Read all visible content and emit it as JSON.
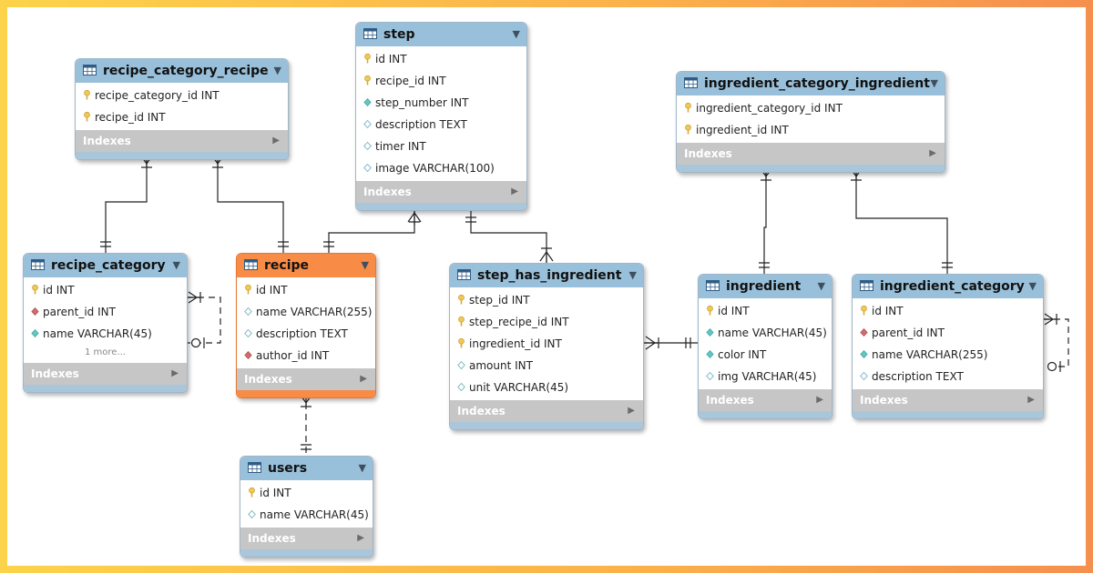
{
  "tables": {
    "recipe_category_recipe": {
      "name": "recipe_category_recipe",
      "columns": [
        {
          "label": "recipe_category_id INT",
          "icon": "primary-key-icon"
        },
        {
          "label": "recipe_id INT",
          "icon": "primary-key-icon"
        }
      ],
      "indexes": "Indexes"
    },
    "step": {
      "name": "step",
      "columns": [
        {
          "label": "id INT",
          "icon": "primary-key-icon"
        },
        {
          "label": "recipe_id INT",
          "icon": "primary-key-icon"
        },
        {
          "label": "step_number INT",
          "icon": "not-null-column-icon"
        },
        {
          "label": "description TEXT",
          "icon": "nullable-column-icon"
        },
        {
          "label": "timer INT",
          "icon": "nullable-column-icon"
        },
        {
          "label": "image VARCHAR(100)",
          "icon": "nullable-column-icon"
        }
      ],
      "indexes": "Indexes"
    },
    "ingredient_category_ingredient": {
      "name": "ingredient_category_ingredient",
      "columns": [
        {
          "label": "ingredient_category_id INT",
          "icon": "primary-key-icon"
        },
        {
          "label": "ingredient_id INT",
          "icon": "primary-key-icon"
        }
      ],
      "indexes": "Indexes"
    },
    "recipe_category": {
      "name": "recipe_category",
      "columns": [
        {
          "label": "id INT",
          "icon": "primary-key-icon"
        },
        {
          "label": "parent_id INT",
          "icon": "foreign-key-icon"
        },
        {
          "label": "name VARCHAR(45)",
          "icon": "not-null-column-icon"
        }
      ],
      "more": "1 more...",
      "indexes": "Indexes"
    },
    "recipe": {
      "name": "recipe",
      "columns": [
        {
          "label": "id INT",
          "icon": "primary-key-icon"
        },
        {
          "label": "name VARCHAR(255)",
          "icon": "nullable-column-icon"
        },
        {
          "label": "description TEXT",
          "icon": "nullable-column-icon"
        },
        {
          "label": "author_id INT",
          "icon": "foreign-key-icon"
        }
      ],
      "indexes": "Indexes"
    },
    "step_has_ingredient": {
      "name": "step_has_ingredient",
      "columns": [
        {
          "label": "step_id INT",
          "icon": "primary-key-icon"
        },
        {
          "label": "step_recipe_id INT",
          "icon": "primary-key-icon"
        },
        {
          "label": "ingredient_id INT",
          "icon": "primary-key-icon"
        },
        {
          "label": "amount INT",
          "icon": "nullable-column-icon"
        },
        {
          "label": "unit VARCHAR(45)",
          "icon": "nullable-column-icon"
        }
      ],
      "indexes": "Indexes"
    },
    "ingredient": {
      "name": "ingredient",
      "columns": [
        {
          "label": "id INT",
          "icon": "primary-key-icon"
        },
        {
          "label": "name VARCHAR(45)",
          "icon": "not-null-column-icon"
        },
        {
          "label": "color INT",
          "icon": "not-null-column-icon"
        },
        {
          "label": "img VARCHAR(45)",
          "icon": "nullable-column-icon"
        }
      ],
      "indexes": "Indexes"
    },
    "ingredient_category": {
      "name": "ingredient_category",
      "columns": [
        {
          "label": "id INT",
          "icon": "primary-key-icon"
        },
        {
          "label": "parent_id INT",
          "icon": "foreign-key-icon"
        },
        {
          "label": "name VARCHAR(255)",
          "icon": "not-null-column-icon"
        },
        {
          "label": "description TEXT",
          "icon": "nullable-column-icon"
        }
      ],
      "indexes": "Indexes"
    },
    "users": {
      "name": "users",
      "columns": [
        {
          "label": "id INT",
          "icon": "primary-key-icon"
        },
        {
          "label": "name VARCHAR(45)",
          "icon": "nullable-column-icon"
        }
      ],
      "indexes": "Indexes"
    }
  },
  "colors": {
    "table_header": "#99c0da",
    "highlight_header": "#f88b45",
    "indexes_bar": "#c6c6c6",
    "key_icon": "#f2c94c",
    "not_null_icon": "#5fc7c4",
    "foreign_key_icon": "#d36b6b"
  }
}
